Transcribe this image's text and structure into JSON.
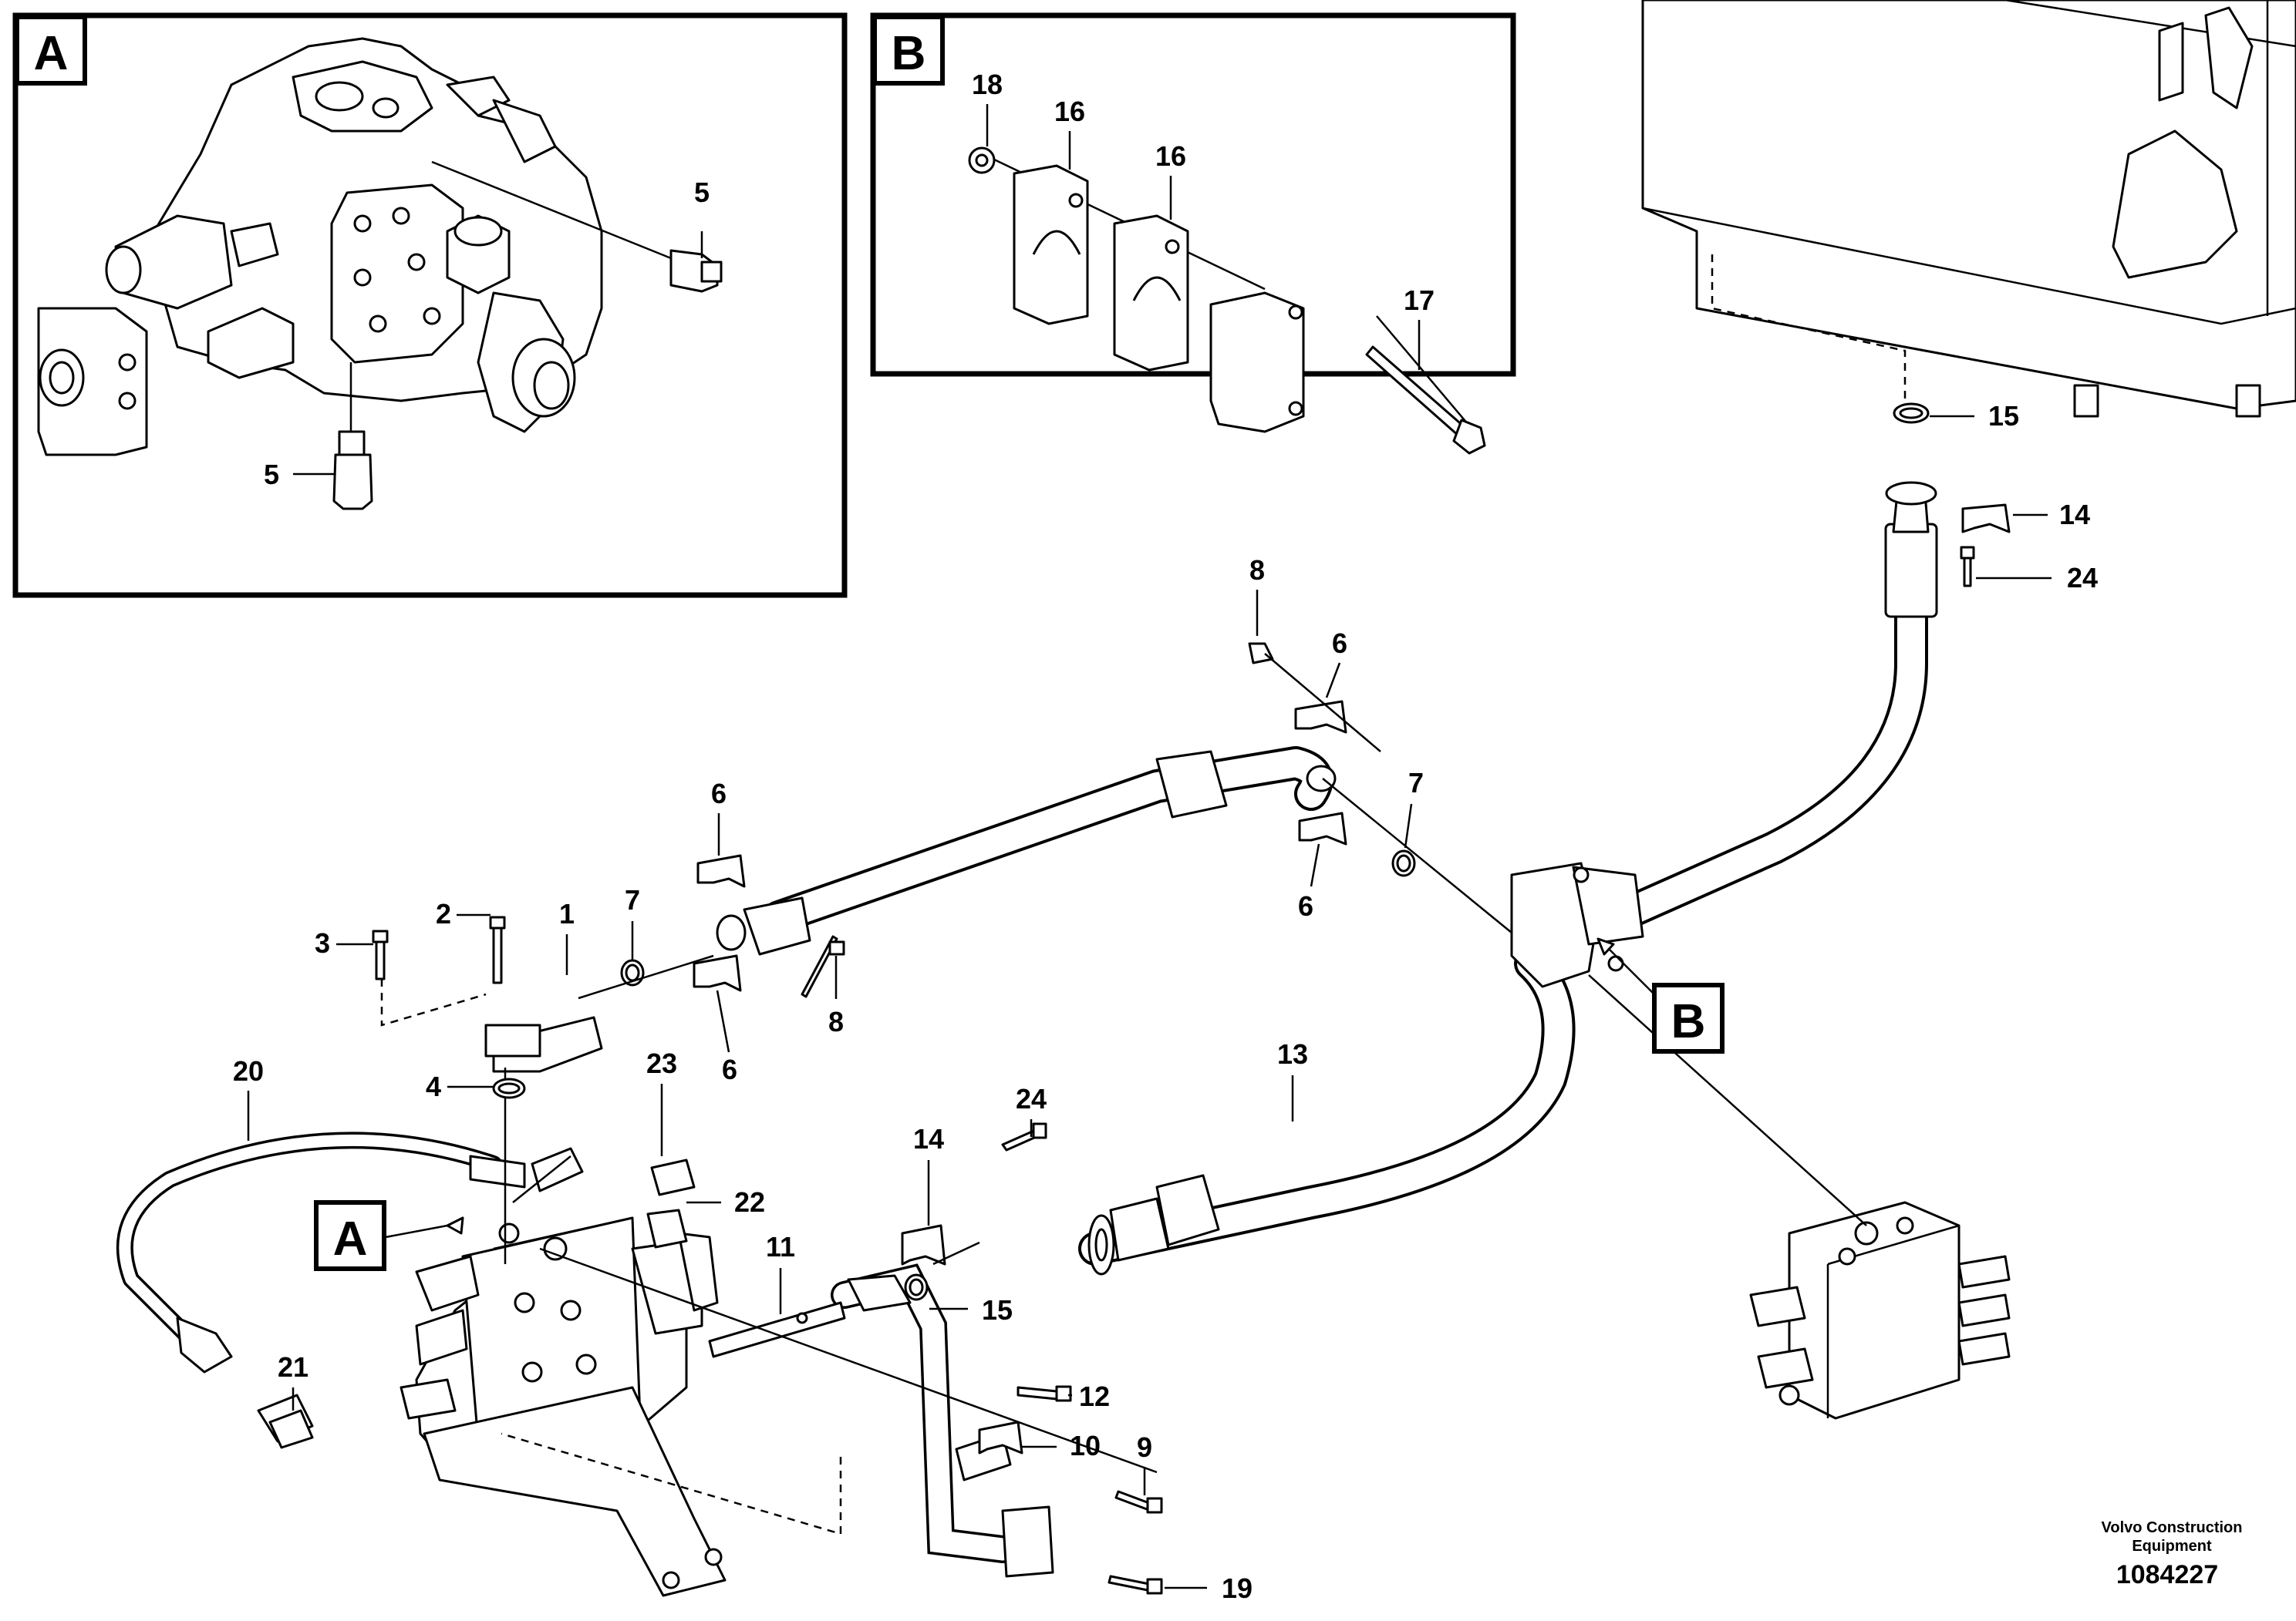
{
  "inset_a": {
    "tag": "A",
    "labels": [
      "5",
      "5"
    ]
  },
  "inset_b": {
    "tag": "B",
    "labels": [
      "18",
      "16",
      "16",
      "17"
    ]
  },
  "callouts": {
    "a": "A",
    "b": "B"
  },
  "labels": {
    "p1": "1",
    "p2": "2",
    "p3": "3",
    "p4": "4",
    "p6a": "6",
    "p6b": "6",
    "p6c": "6",
    "p6d": "6",
    "p7a": "7",
    "p7b": "7",
    "p8a": "8",
    "p8b": "8",
    "p9": "9",
    "p10": "10",
    "p11": "11",
    "p12": "12",
    "p13": "13",
    "p14a": "14",
    "p14b": "14",
    "p15a": "15",
    "p15b": "15",
    "p19": "19",
    "p20": "20",
    "p21": "21",
    "p22": "22",
    "p23": "23",
    "p24a": "24",
    "p24b": "24"
  },
  "credit": {
    "line1": "Volvo Construction",
    "line2": "Equipment"
  },
  "doc_number": "1084227"
}
